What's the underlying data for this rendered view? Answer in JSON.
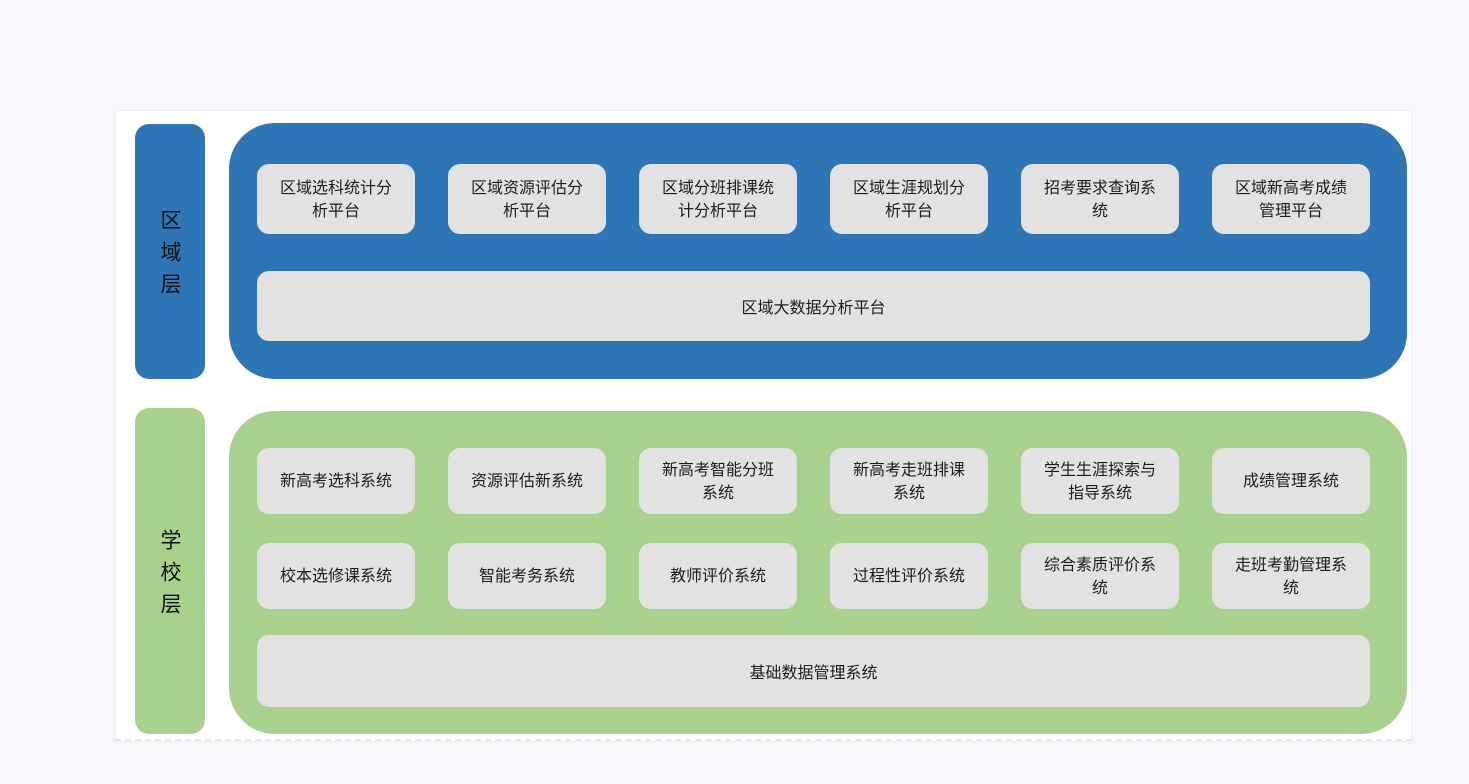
{
  "layers": [
    {
      "label": "区域层",
      "color": "#2E75B6",
      "row1": [
        "区域选科统计分析平台",
        "区域资源评估分析平台",
        "区域分班排课统计分析平台",
        "区域生涯规划分析平台",
        "招考要求查询系统",
        "区域新高考成绩管理平台"
      ],
      "bottom": "区域大数据分析平台"
    },
    {
      "label": "学校层",
      "color": "#A9D18E",
      "row1": [
        "新高考选科系统",
        "资源评估新系统",
        "新高考智能分班系统",
        "新高考走班排课系统",
        "学生生涯探索与指导系统",
        "成绩管理系统"
      ],
      "row2": [
        "校本选修课系统",
        "智能考务系统",
        "教师评价系统",
        "过程性评价系统",
        "综合素质评价系统",
        "走班考勤管理系统"
      ],
      "bottom": "基础数据管理系统"
    }
  ],
  "colors": {
    "region_blue": "#2E75B6",
    "school_green": "#A9D18E",
    "box_gray": "#E3E2E2",
    "page_background": "#F7F8FB",
    "panel_background": "#FFFFFF",
    "text": "#1C1C1C"
  }
}
